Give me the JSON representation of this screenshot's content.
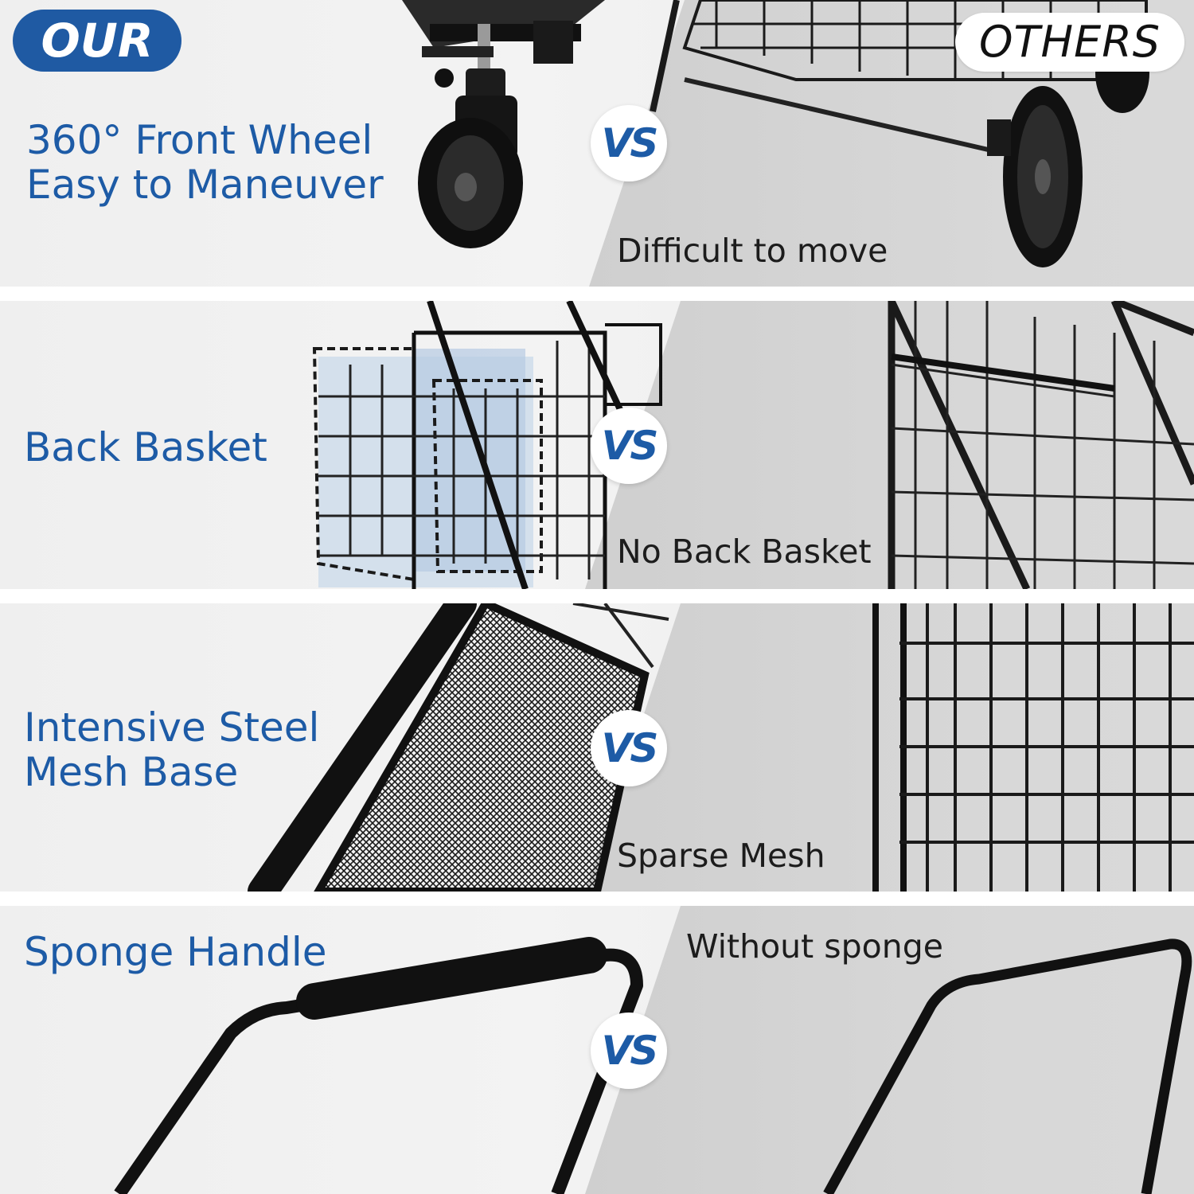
{
  "header": {
    "our_label": "OUR",
    "others_label": "OTHERS"
  },
  "vs_label": "VS",
  "rows": [
    {
      "our": "360° Front Wheel\nEasy to Maneuver",
      "others": "Difficult to move"
    },
    {
      "our": "Back Basket",
      "others": "No Back Basket"
    },
    {
      "our": "Intensive Steel\nMesh Base",
      "others": "Sparse Mesh"
    },
    {
      "our": "Sponge Handle",
      "others": "Without sponge"
    }
  ],
  "colors": {
    "brand_blue": "#1d5ba6",
    "others_text": "#1c1c1c"
  }
}
